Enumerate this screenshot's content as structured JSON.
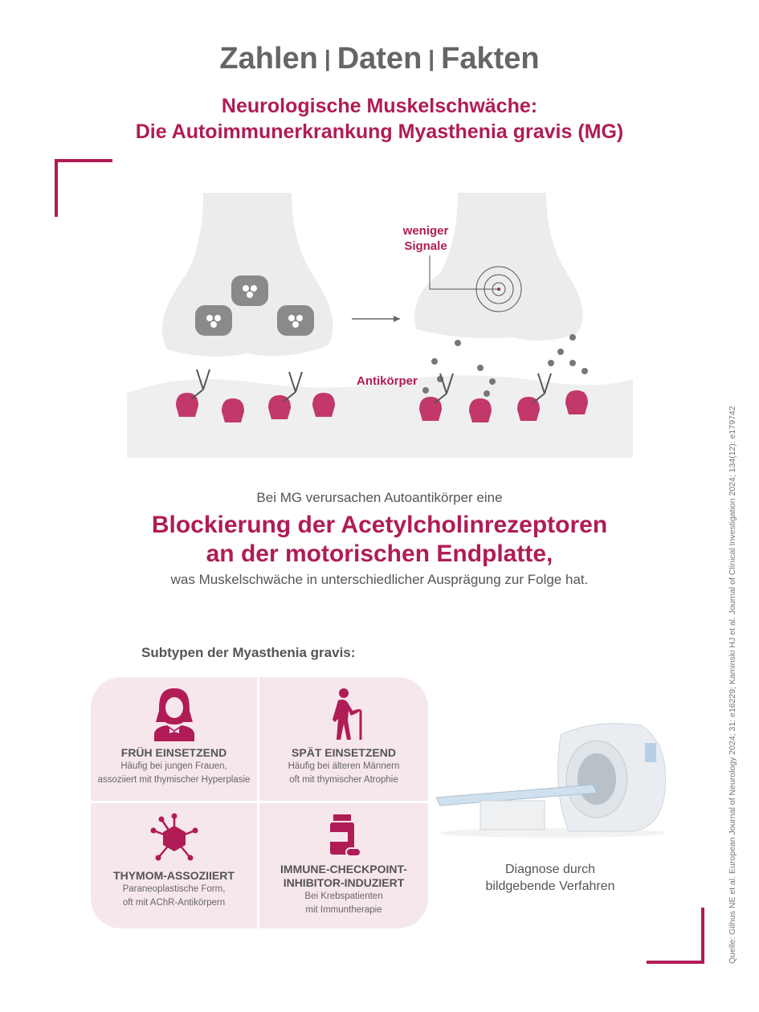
{
  "header": {
    "title_parts": [
      "Zahlen",
      "Daten",
      "Fakten"
    ],
    "separator": "|",
    "subtitle_line1": "Neurologische Muskelschwäche:",
    "subtitle_line2": "Die Autoimmunerkrankung Myasthenia gravis (MG)"
  },
  "diagram": {
    "label_signals_line1": "weniger",
    "label_signals_line2": "Signale",
    "label_antibodies": "Antikörper"
  },
  "statement": {
    "intro": "Bei MG verursachen Autoantikörper eine",
    "headline_line1": "Blockierung der Acetylcholinrezeptoren",
    "headline_line2": "an der motorischen Endplatte,",
    "consequence": "was Muskelschwäche in unterschiedlicher Ausprägung zur Folge hat."
  },
  "subtypes": {
    "title": "Subtypen der Myasthenia gravis:",
    "items": [
      {
        "icon": "woman-icon",
        "title": "FRÜH EINSETZEND",
        "desc_line1": "Häufig bei jungen Frauen,",
        "desc_line2": "assoziiert mit thymischer Hyperplasie"
      },
      {
        "icon": "elderly-person-icon",
        "title": "SPÄT EINSETZEND",
        "desc_line1": "Häufig bei älteren Männern",
        "desc_line2": "oft mit thymischer Atrophie"
      },
      {
        "icon": "tumor-cell-icon",
        "title": "THYMOM-ASSOZIIERT",
        "desc_line1": "Paraneoplastische Form,",
        "desc_line2": "oft mit AChR-Antikörpern"
      },
      {
        "icon": "medication-icon",
        "title_line1": "IMMUNE-CHECKPOINT-",
        "title_line2": "INHIBITOR-INDUZIERT",
        "desc_line1": "Bei Krebspatienten",
        "desc_line2": "mit Immuntherapie"
      }
    ]
  },
  "diagnosis": {
    "caption_line1": "Diagnose durch",
    "caption_line2": "bildgebende Verfahren"
  },
  "source": "Quelle: Gilhus NE et al. European Journal of Neurology 2024; 31: e16229; Kaminski HJ et al. Journal of Clinical Investigation 2024; 134(12): e179742",
  "colors": {
    "accent": "#b01c55",
    "text": "#555555",
    "panel": "#f6e7ed"
  }
}
